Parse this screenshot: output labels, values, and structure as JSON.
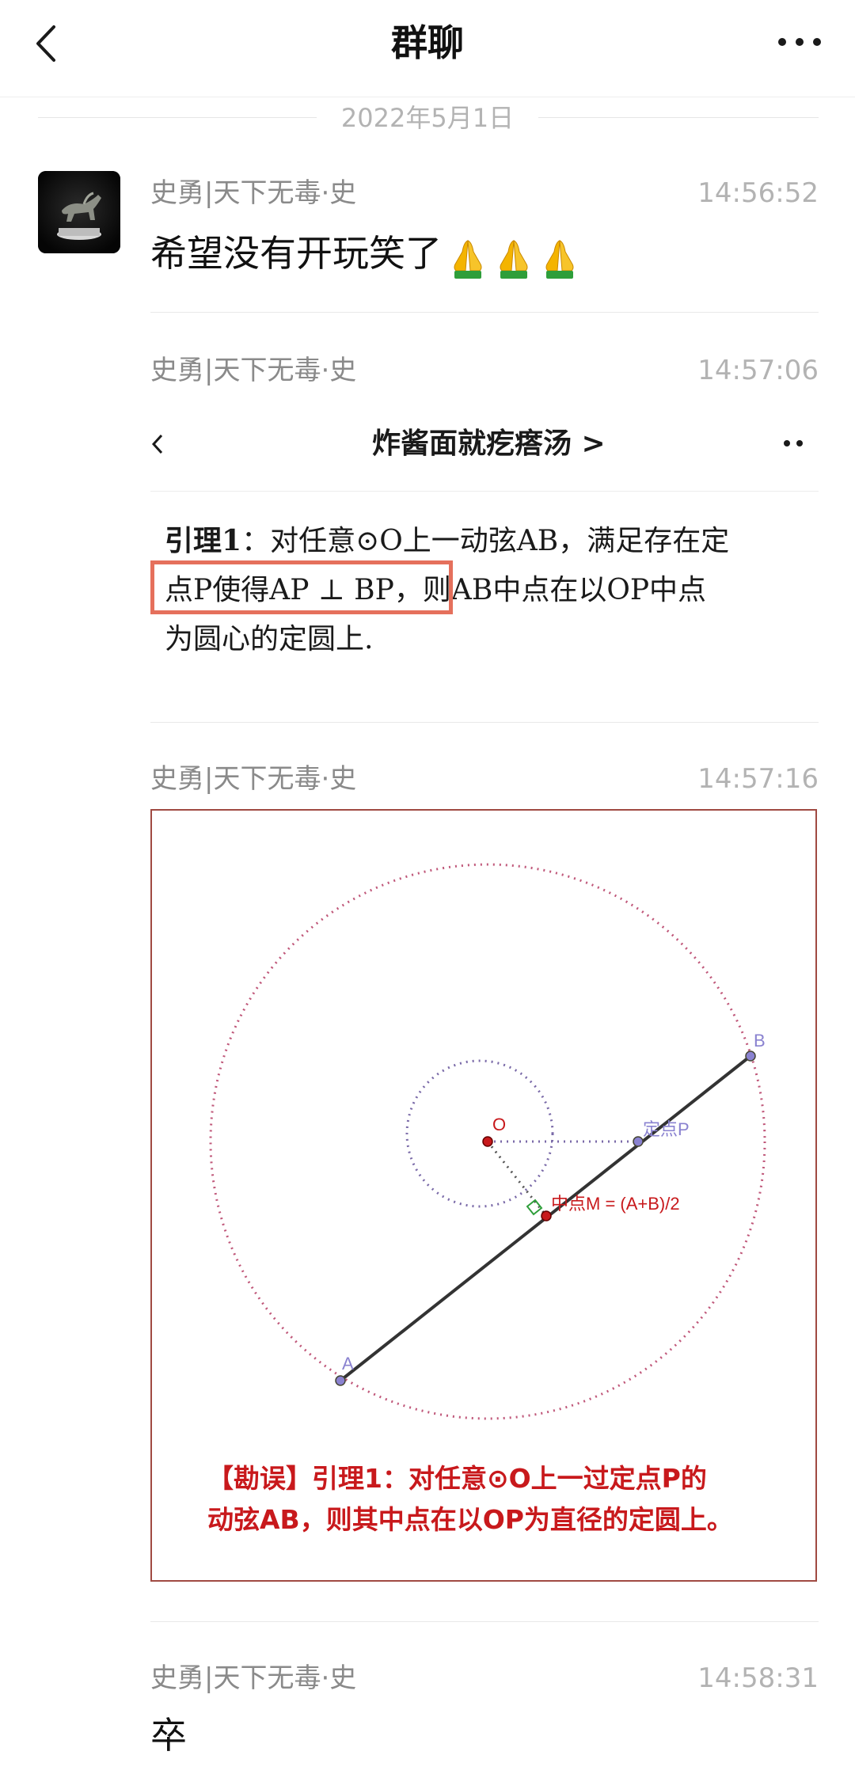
{
  "header": {
    "title": "群聊"
  },
  "date_divider": "2022年5月1日",
  "messages": [
    {
      "sender": "史勇|天下无毒·史",
      "time": "14:56:52",
      "text": "希望没有开玩笑了",
      "emoji": "folded-hands-icon"
    },
    {
      "sender": "史勇|天下无毒·史",
      "time": "14:57:06",
      "image": {
        "title": "炸酱面就疙瘩汤 >",
        "lemma_label": "引理1",
        "lemma_line1": "：对任意⊙O上一动弦AB，满足存在定",
        "lemma_line2": "点P使得AP ⊥ BP，则AB中点在以OP中点",
        "lemma_line3": "为圆心的定圆上."
      }
    },
    {
      "sender": "史勇|天下无毒·史",
      "time": "14:57:16",
      "image": {
        "label_O": "O",
        "label_P": "定点P",
        "label_M": "中点M = (A+B)/2",
        "label_A": "A",
        "label_B": "B",
        "correction_line1": "【勘误】引理1：对任意⊙O上一过定点P的",
        "correction_line2": "动弦AB，则其中点在以OP为直径的定圆上。"
      }
    },
    {
      "sender": "史勇|天下无毒·史",
      "time": "14:58:31",
      "text": "卒"
    }
  ],
  "colors": {
    "correction_red": "#c8191c",
    "highlight_box": "#e5705c",
    "circle_dots": "#c0587a",
    "small_circle_dots": "#7a6aa8"
  }
}
